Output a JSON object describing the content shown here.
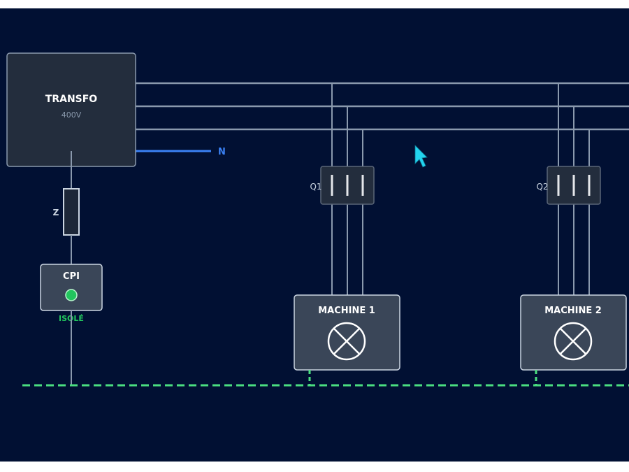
{
  "transformer": {
    "title": "TRANSFO",
    "voltage": "400V"
  },
  "neutral": {
    "label": "N"
  },
  "impedance": {
    "label": "Z"
  },
  "cpi": {
    "title": "CPI",
    "status": "ISOLÉ"
  },
  "breakers": [
    {
      "label": "Q1"
    },
    {
      "label": "Q2"
    }
  ],
  "machines": [
    {
      "title": "MACHINE 1"
    },
    {
      "title": "MACHINE 2"
    }
  ],
  "colors": {
    "background": "#011033",
    "phase_line": "#8a99ad",
    "neutral_line": "#3b82f6",
    "earth_line": "#4ade80",
    "box_fill": "#3a4658",
    "transfo_fill": "#232d3d",
    "cursor": "#22d3ee"
  },
  "icons": [
    "lamp-icon",
    "mouse-pointer-icon",
    "status-led-icon"
  ]
}
